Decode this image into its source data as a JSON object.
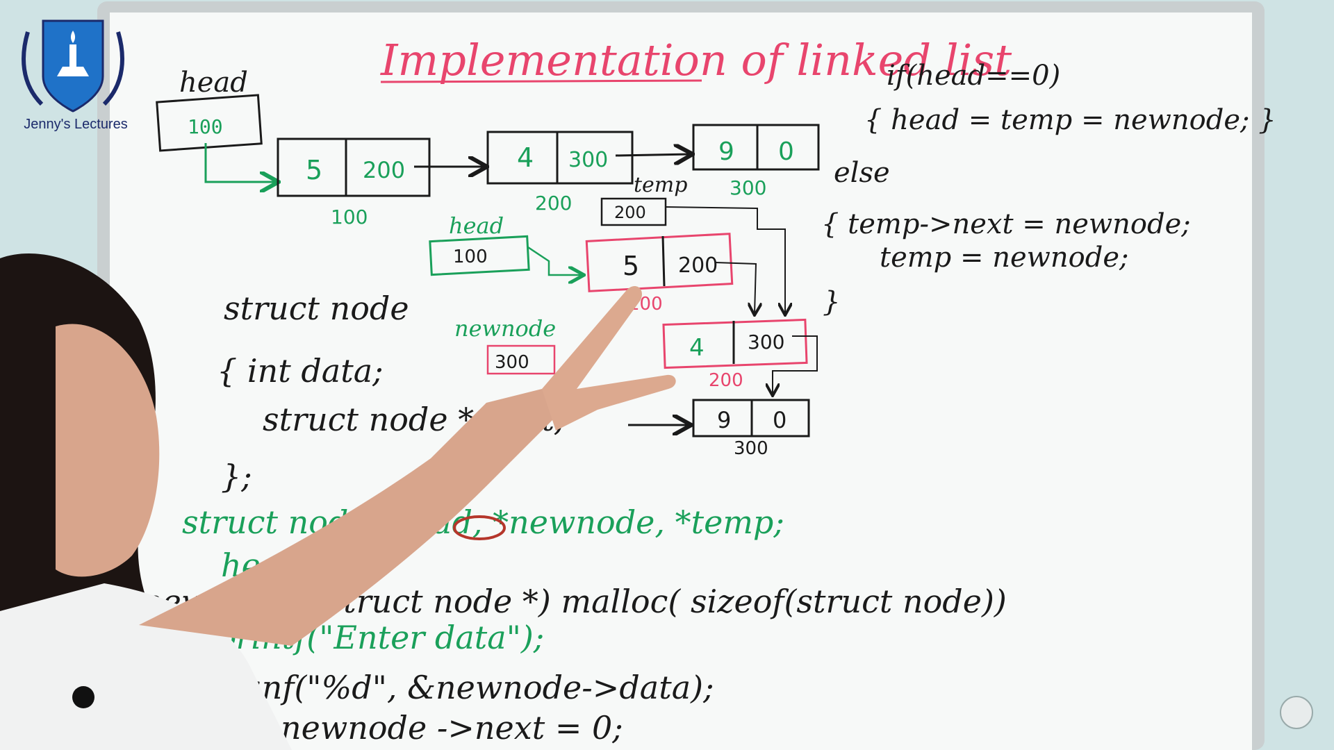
{
  "brand": {
    "name": "Jenny's Lectures"
  },
  "board": {
    "title": "Implementation of linked list",
    "list1": {
      "head_label": "head",
      "head_value": "100",
      "nodes": [
        {
          "data": "5",
          "next": "200",
          "address": "100"
        },
        {
          "data": "4",
          "next": "300",
          "address": "200"
        },
        {
          "data": "9",
          "next": "0",
          "address": "300"
        }
      ]
    },
    "list2": {
      "head_label": "head",
      "head_value": "100",
      "temp_label": "temp",
      "temp_value": "200",
      "newnode_label": "newnode",
      "newnode_value": "300",
      "nodes": [
        {
          "data": "5",
          "next": "200",
          "address": "100"
        },
        {
          "data": "4",
          "next": "300",
          "address": "200"
        },
        {
          "data": "9",
          "next": "0",
          "address": "300"
        }
      ]
    },
    "right_code": [
      "if(head==0)",
      "{ head = temp = newnode; }",
      "else",
      "{   temp->next = newnode;",
      "temp = newnode;",
      "}"
    ],
    "struct_code": [
      "struct node",
      "{   int data;",
      "struct node * next;",
      "};"
    ],
    "main_code": [
      "struct node *head, *newnode, *temp;",
      "head = 0;",
      "newnode=(struct node *) malloc( sizeof(struct node))",
      "printf(\"Enter data\");",
      "scanf(\"%d\", &newnode->data);",
      "newnode ->next = 0;"
    ]
  },
  "colors": {
    "board": "#f7f9f8",
    "frame": "#c9cfd0",
    "marker_black": "#1a1a1a",
    "marker_green": "#1aa05a",
    "marker_red": "#e8456d"
  }
}
